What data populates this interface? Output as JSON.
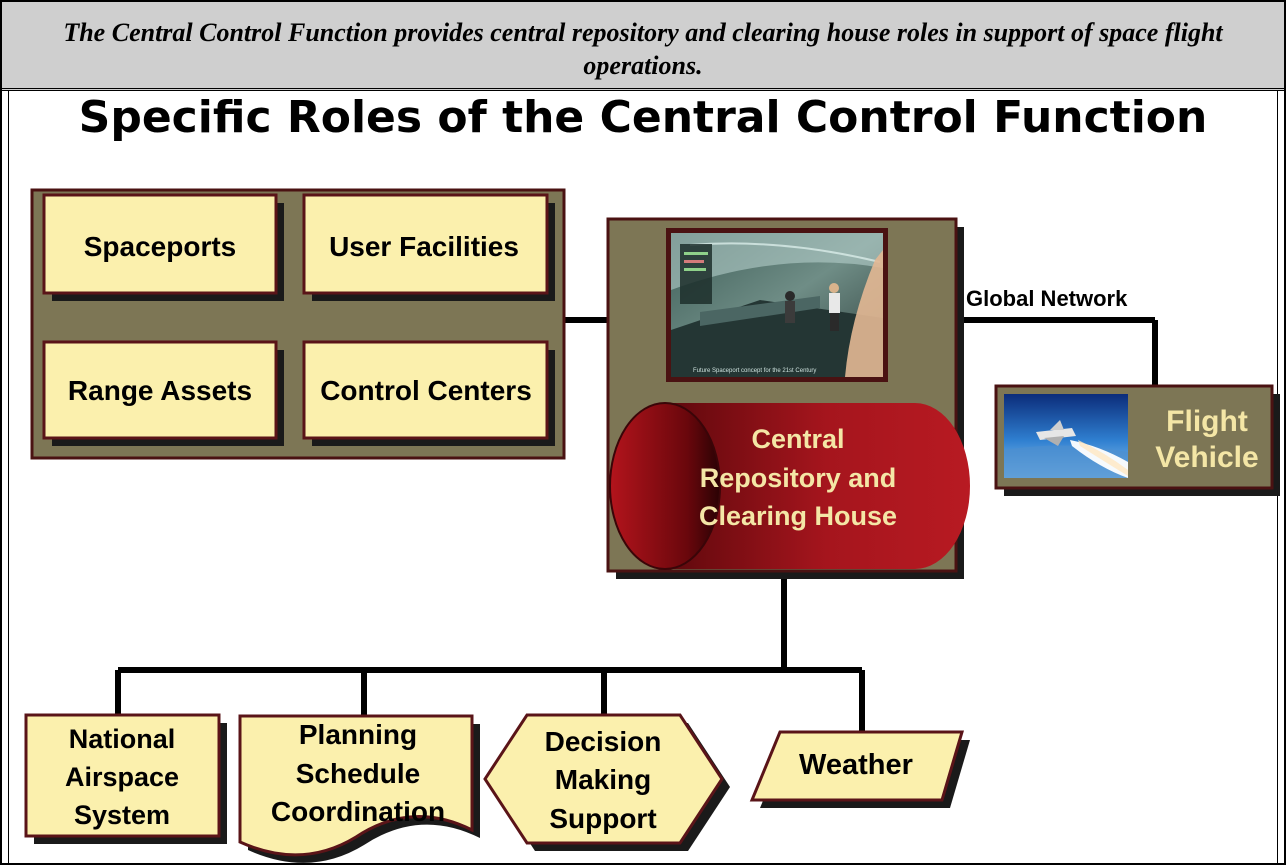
{
  "banner": {
    "text": "The Central Control Function provides central repository and clearing house roles in support of space flight operations."
  },
  "title": "Specific Roles of the Central Control Function",
  "facilities": {
    "spaceports": "Spaceports",
    "user_facilities": "User Facilities",
    "range_assets": "Range Assets",
    "control_centers": "Control Centers"
  },
  "network_label": "Global Network",
  "flight_vehicle": {
    "line1": "Flight",
    "line2": "Vehicle"
  },
  "repository": {
    "line1": "Central",
    "line2": "Repository and",
    "line3": "Clearing House"
  },
  "bottom": {
    "nas": {
      "line1": "National",
      "line2": "Airspace",
      "line3": "System"
    },
    "planning": {
      "line1": "Planning",
      "line2": "Schedule",
      "line3": "Coordination"
    },
    "decision": {
      "line1": "Decision",
      "line2": "Making",
      "line3": "Support"
    },
    "weather": "Weather"
  },
  "control_room_photo_caption": "Future Spaceport concept for the 21st Century",
  "colors": {
    "box_fill": "#fbf0ad",
    "box_border": "#5a1418",
    "panel_fill": "#7d7655",
    "panel_border": "#4a1212",
    "repository_red": "#a3141c",
    "repository_text": "#f4e6a6",
    "shadow": "#1a1a1a",
    "banner_gray": "#cfcfcf"
  }
}
